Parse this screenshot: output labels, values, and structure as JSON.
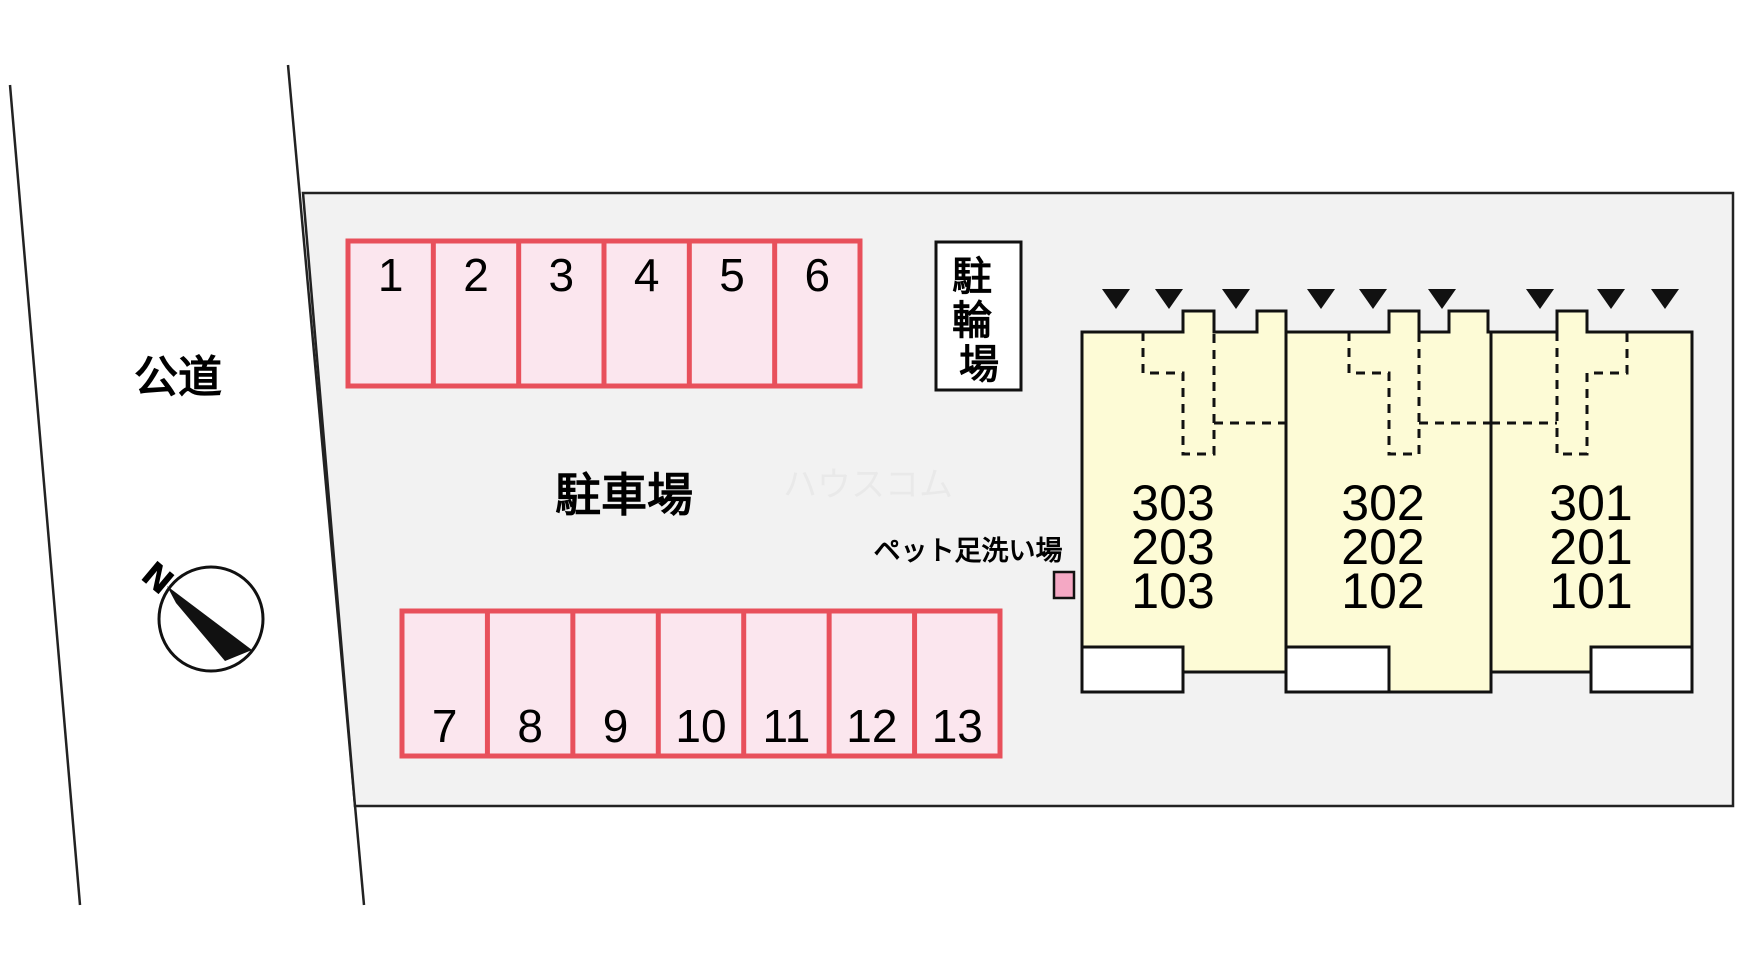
{
  "labels": {
    "road": "公道",
    "parking_lot": "駐車場",
    "bicycle_parking": "駐輪場",
    "pet_wash": "ペット足洗い場",
    "watermark": "ハウスコム",
    "compass_north": "N"
  },
  "parking_top": [
    "1",
    "2",
    "3",
    "4",
    "5",
    "6"
  ],
  "parking_bottom": [
    "7",
    "8",
    "9",
    "10",
    "11",
    "12",
    "13"
  ],
  "units": [
    {
      "floor3": "303",
      "floor2": "203",
      "floor1": "103"
    },
    {
      "floor3": "302",
      "floor2": "202",
      "floor1": "102"
    },
    {
      "floor3": "301",
      "floor2": "201",
      "floor1": "101"
    }
  ],
  "colors": {
    "site": "#f2f2f2",
    "parking_fill": "#fbe6ee",
    "parking_border": "#e8505b",
    "building_fill": "#fdfbd6",
    "pet_wash_fill": "#f4a8c4"
  }
}
